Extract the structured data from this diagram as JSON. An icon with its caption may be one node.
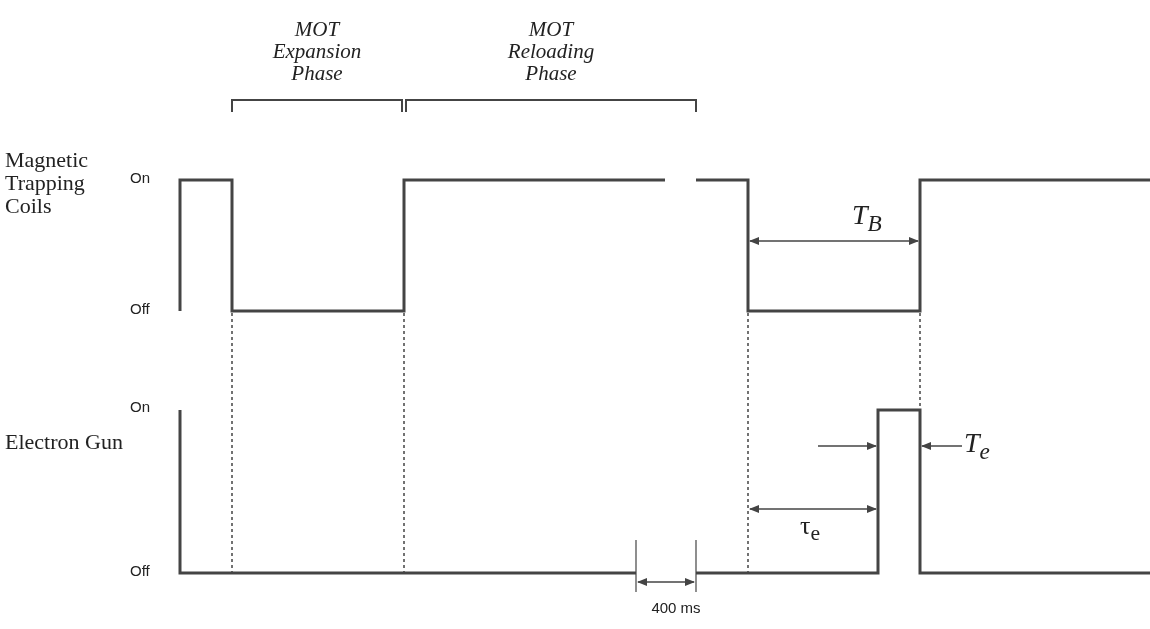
{
  "diagram": {
    "labels": [
      "MOT Expansion Phase",
      "MOT Reloading Phase",
      "On",
      "Magnetic Trapping Coils",
      "T$_{B}$",
      "Off",
      "On",
      "Electron Gun",
      "T$_{e}$",
      "τ$_{e}$",
      "Off",
      "400 ms"
    ]
  }
}
